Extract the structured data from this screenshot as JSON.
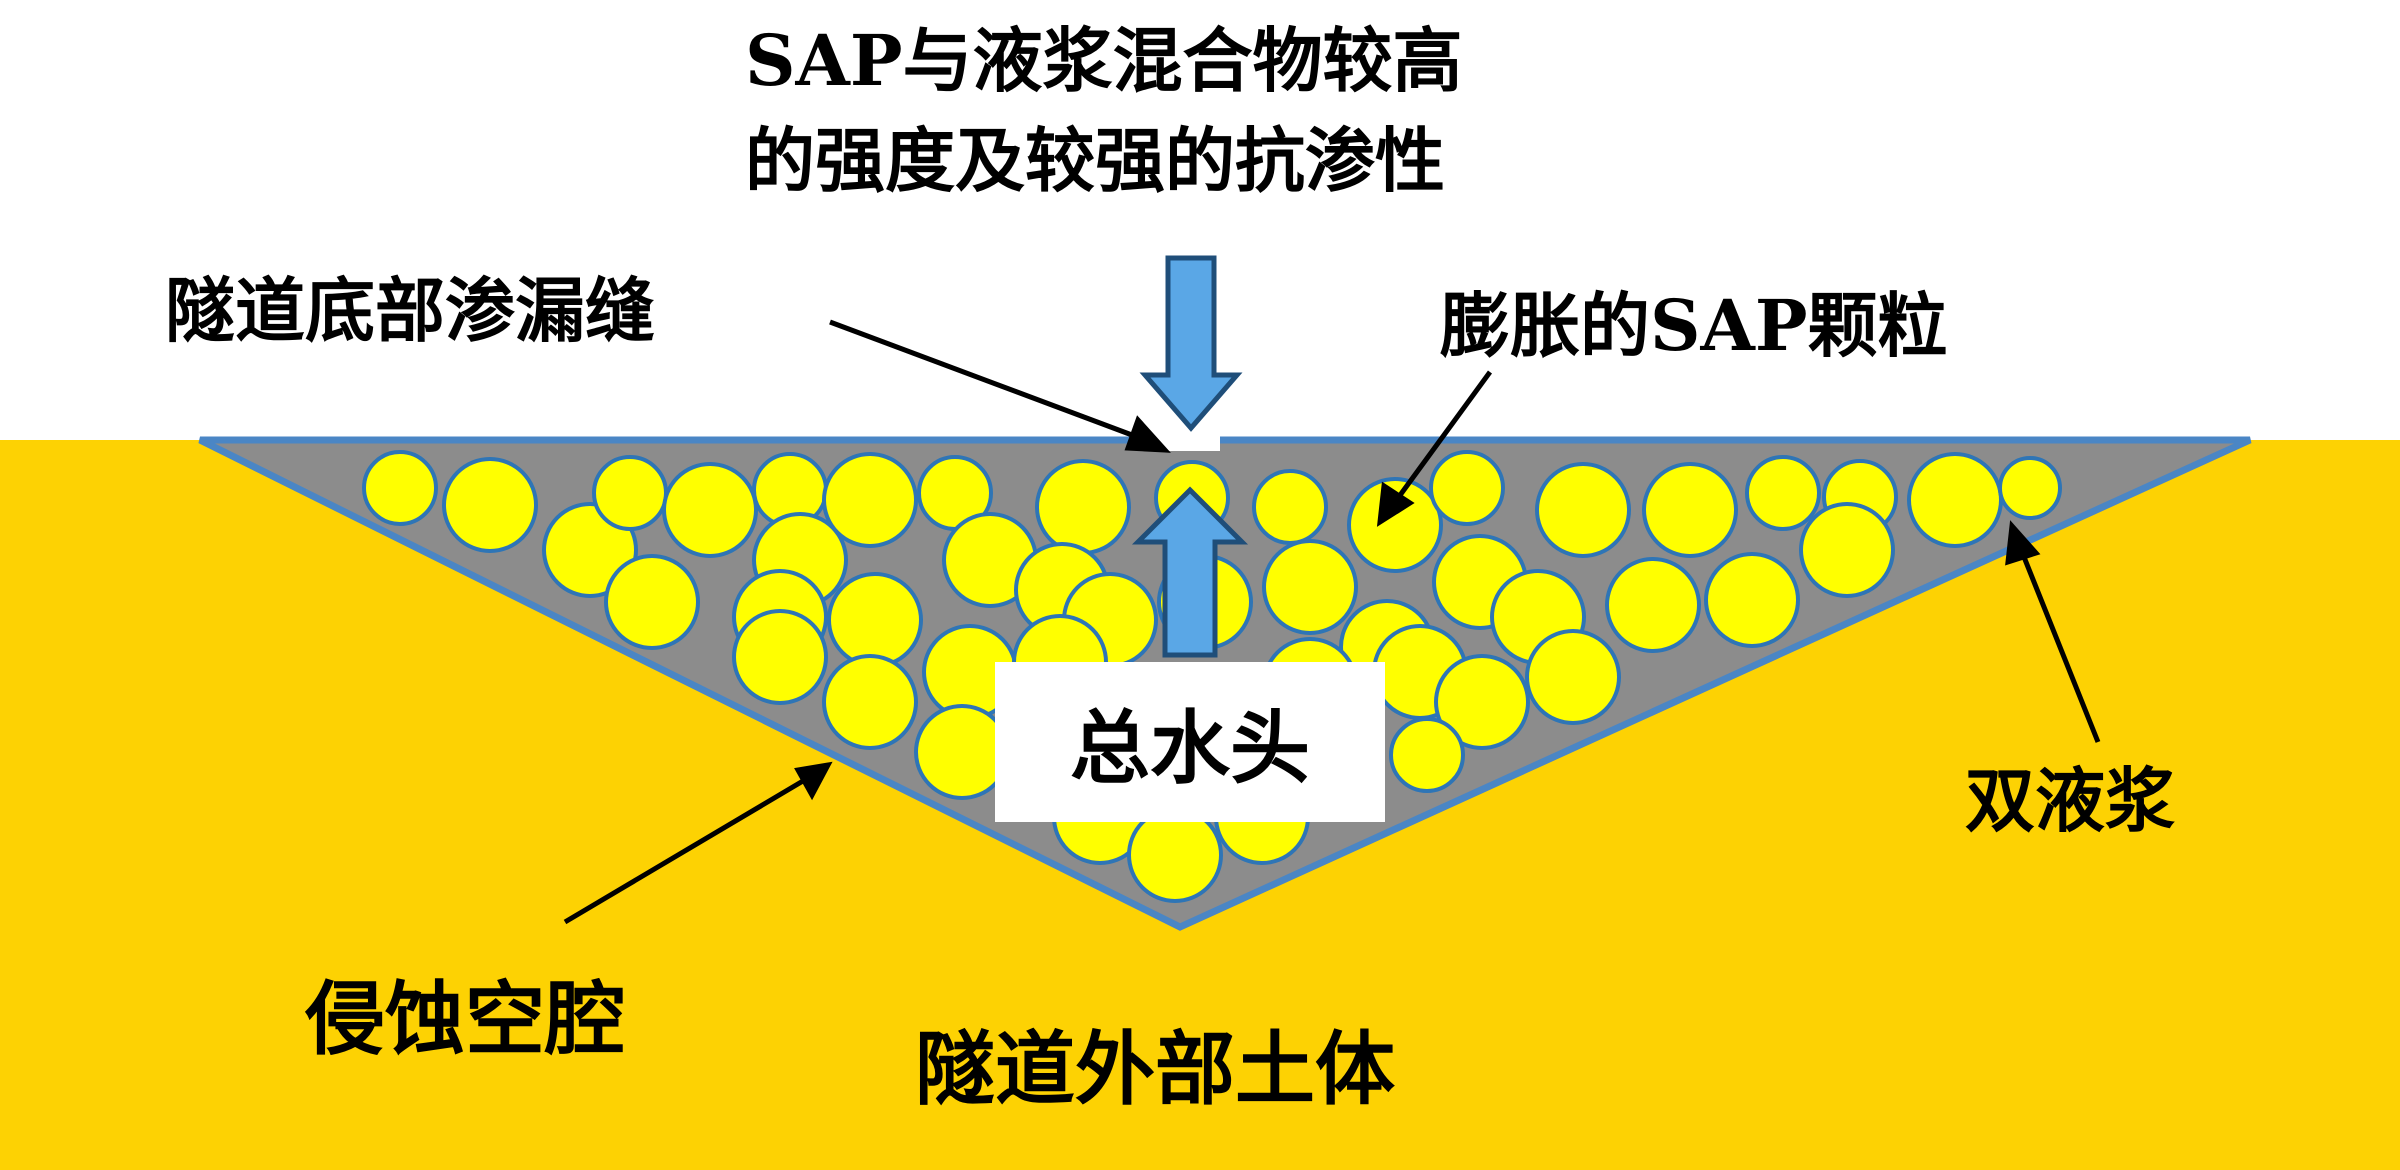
{
  "title": {
    "line1": "SAP与液浆混合物较高",
    "line2": "的强度及较强的抗渗性"
  },
  "labels": {
    "leak_crack": "隧道底部渗漏缝",
    "swollen_sap": "膨胀的SAP颗粒",
    "double_grout": "双液浆",
    "erosion_cavity": "侵蚀空腔",
    "outer_soil": "隧道外部土体",
    "total_head": "总水头"
  },
  "colors": {
    "soil": "#FDD203",
    "grout": "#8C8C8C",
    "cavity_outline": "#4A86C5",
    "sap_fill": "#FFFF00",
    "sap_outline": "#2E75B6",
    "arrow_fill": "#5AA7E6",
    "arrow_outline": "#1F4E79"
  }
}
